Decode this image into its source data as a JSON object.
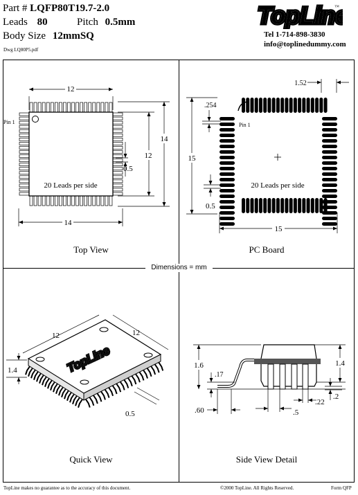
{
  "header": {
    "part_label": "Part #",
    "part_value": "LQFP80T19.7-2.0",
    "leads_label": "Leads",
    "leads_value": "80",
    "pitch_label": "Pitch",
    "pitch_value": "0.5mm",
    "body_label": "Body Size",
    "body_value": "12mmSQ",
    "dwg": "Dwg   LQ80P5.pdf"
  },
  "logo": {
    "name": "TopLine",
    "tm": "™",
    "tel": "Tel 1-714-898-3830",
    "email": "info@toplinedummy.com"
  },
  "top_view": {
    "caption": "Top View",
    "dim_top": "12",
    "dim_bottom": "14",
    "dim_right_inner": "12",
    "dim_right_outer": "14",
    "pitch": "0.5",
    "pin1": "Pin 1",
    "leads_per_side": "20 Leads per side"
  },
  "pc_board": {
    "caption": "PC Board",
    "dim_pad_len": "1.52",
    "dim_pad_w": ".254",
    "dim_left": "15",
    "dim_bottom": "15",
    "pitch": "0.5",
    "pin1": "Pin 1",
    "leads_per_side": "20 Leads per side"
  },
  "separator": "Dimensions = mm",
  "quick_view": {
    "caption": "Quick View",
    "dim_left_edge": "12",
    "dim_right_edge": "12",
    "height": "1.4",
    "pitch": "0.5",
    "logo": "TopLine"
  },
  "side_view": {
    "caption": "Side View Detail",
    "height_total": "1.6",
    "standoff": ".17",
    "foot_len": ".60",
    "pitch": ".5",
    "lead_w": ".22",
    "lead_t": ".2",
    "body_h": "1.4"
  },
  "footer": {
    "disclaimer": "TopLine makes no guarantee as to the accuracy of this document.",
    "copyright": "©2000 TopLine. All Rights Reserved.",
    "form": "Form QFP"
  }
}
